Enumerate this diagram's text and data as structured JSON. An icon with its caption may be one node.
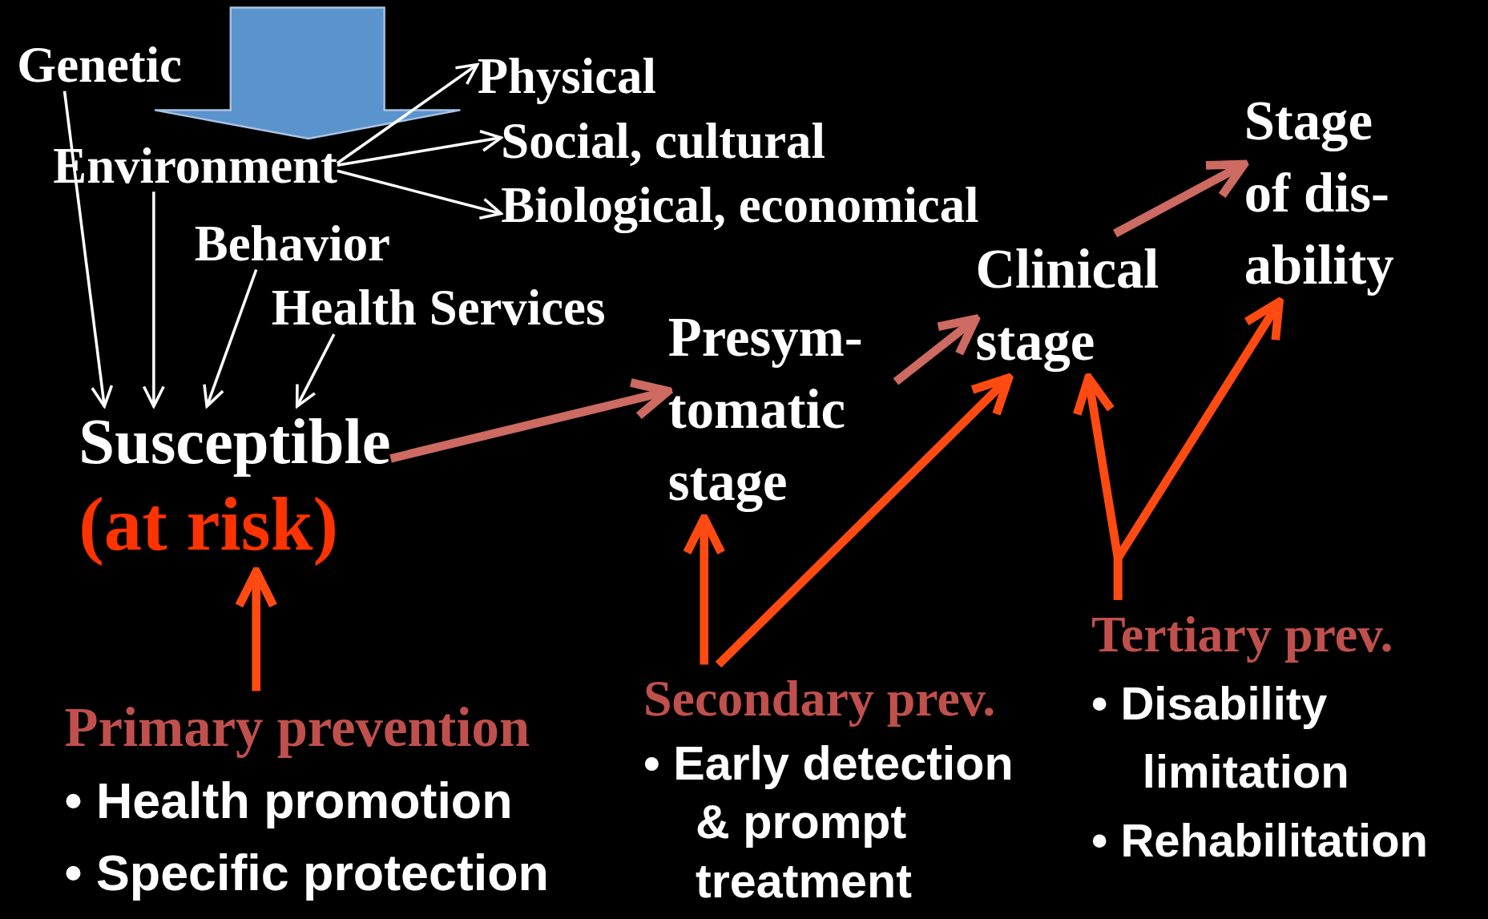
{
  "diagram": {
    "nodes": [
      {
        "text": [
          "Genetic"
        ]
      },
      {
        "text": [
          "Environment"
        ]
      },
      {
        "text": [
          "Physical"
        ]
      },
      {
        "text": [
          "Social, cultural"
        ]
      },
      {
        "text": [
          "Biological, economical"
        ]
      },
      {
        "text": [
          "Behavior"
        ]
      },
      {
        "text": [
          "Health Services"
        ]
      },
      {
        "text": [
          "Susceptible",
          "(at risk)"
        ]
      },
      {
        "text": [
          "Presym- tomatic stage"
        ]
      },
      {
        "text": [
          "Clinical stage"
        ]
      },
      {
        "text": [
          "Stage of dis- ability"
        ]
      },
      {
        "text": [
          "Primary prevention",
          "• Health promotion",
          "• Specific protection"
        ]
      },
      {
        "text": [
          "Secondary prev.",
          "• Early detection & prompt treatment"
        ]
      },
      {
        "text": [
          "Tertiary prev.",
          "• Disability limitation",
          "• Rehabilitation"
        ]
      }
    ],
    "edges": [
      {
        "from": null,
        "to": 1,
        "arrow": "to",
        "color": "#5b93cc"
      },
      {
        "from": 0,
        "to": 7,
        "arrow": "to"
      },
      {
        "from": 1,
        "to": 7,
        "arrow": "to"
      },
      {
        "from": 5,
        "to": 7,
        "arrow": "to"
      },
      {
        "from": 6,
        "to": 7,
        "arrow": "to"
      },
      {
        "from": 1,
        "to": 2,
        "arrow": "to"
      },
      {
        "from": 1,
        "to": 3,
        "arrow": "to"
      },
      {
        "from": 1,
        "to": 4,
        "arrow": "to"
      },
      {
        "from": 7,
        "to": 8,
        "arrow": "to",
        "color": "#cd6a61"
      },
      {
        "from": 8,
        "to": 9,
        "arrow": "to",
        "color": "#cd6a61"
      },
      {
        "from": 9,
        "to": 10,
        "arrow": "to",
        "color": "#cd6a61"
      },
      {
        "from": 11,
        "to": 7,
        "arrow": "to",
        "color": "#ff4a12"
      },
      {
        "from": 12,
        "to": 8,
        "arrow": "to",
        "color": "#ff4a12"
      },
      {
        "from": 12,
        "to": 9,
        "arrow": "to",
        "color": "#ff4a12"
      },
      {
        "from": 13,
        "to": 9,
        "arrow": "to",
        "color": "#ff4a12"
      },
      {
        "from": 13,
        "to": 10,
        "arrow": "to",
        "color": "#ff4a12"
      }
    ]
  }
}
